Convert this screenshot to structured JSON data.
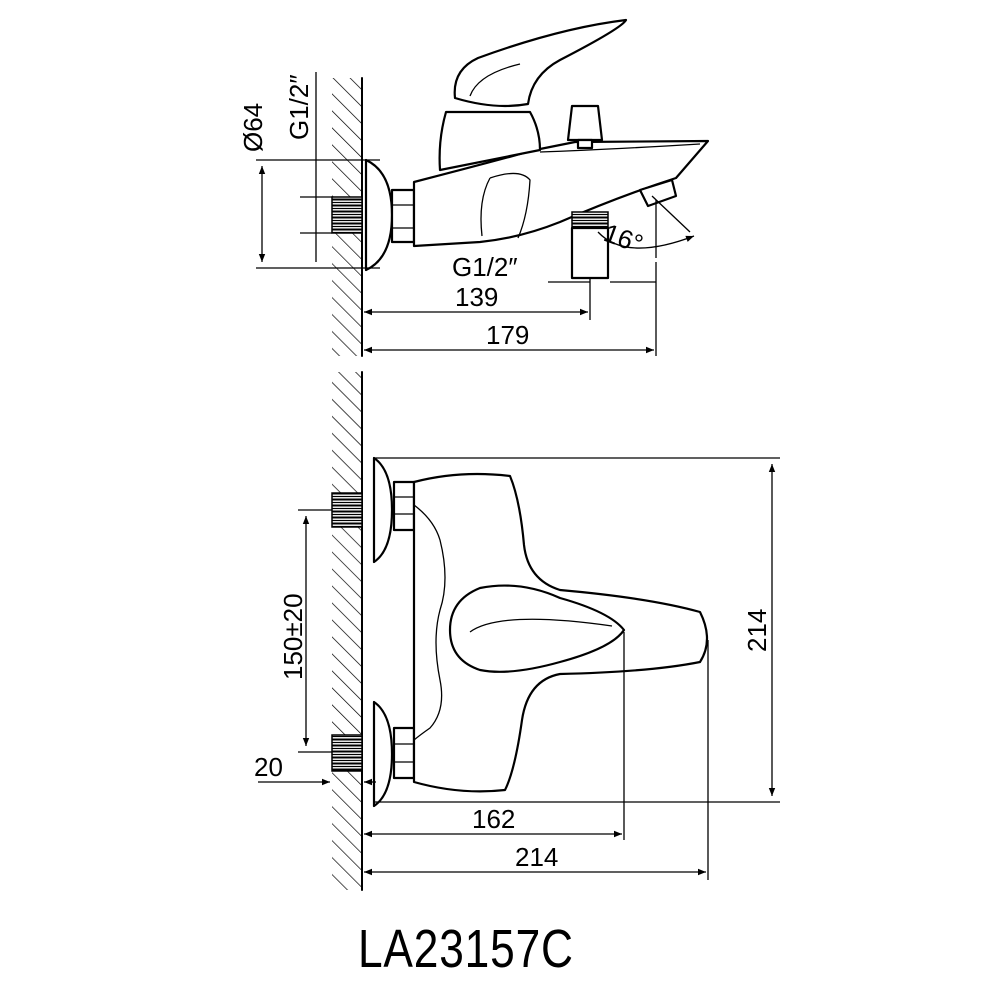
{
  "title": "LA23157C",
  "side_view": {
    "dims": {
      "connection_dia": "Ø64",
      "wall_thread": "G1/2″",
      "outlet_thread": "G1/2″",
      "angle": "16°",
      "outlet_distance": "139",
      "spout_length": "179"
    }
  },
  "front_view": {
    "dims": {
      "center_distance": "150±20",
      "thread_depth": "20",
      "height": "214",
      "lever_reach": "162",
      "width": "214"
    }
  }
}
